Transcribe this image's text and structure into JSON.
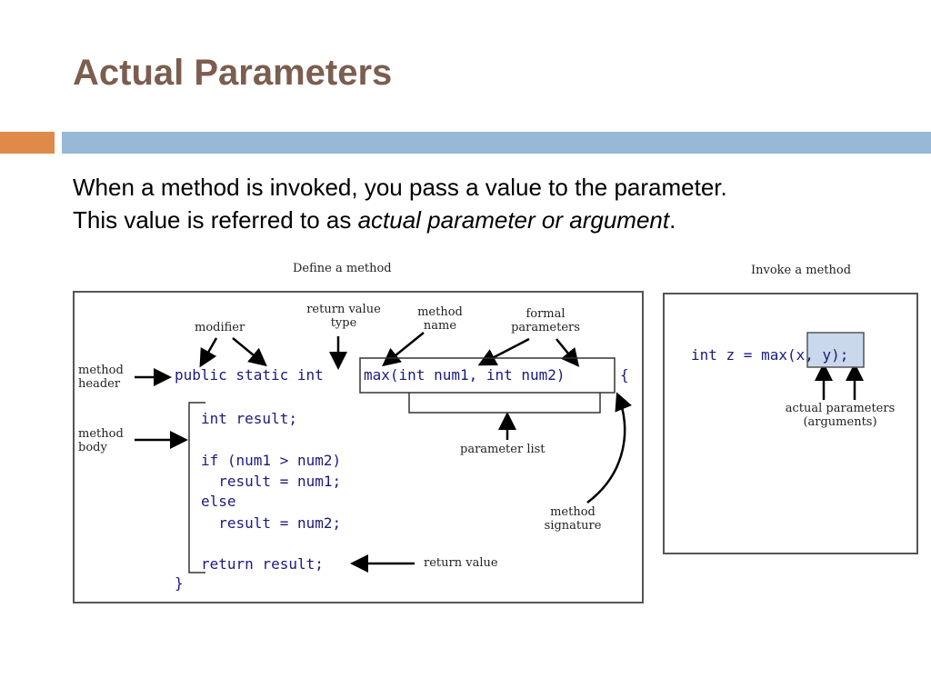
{
  "slide": {
    "title": "Actual Parameters",
    "body_line1": "When a method is invoked, you pass a value to the parameter.",
    "body_line2_prefix": "This value is referred to as ",
    "body_line2_emphasis": "actual parameter or argument",
    "body_line2_suffix": "."
  },
  "define": {
    "caption": "Define a method",
    "labels": {
      "modifier": "modifier",
      "return_type_1": "return value",
      "return_type_2": "type",
      "method_name_1": "method",
      "method_name_2": "name",
      "formal_1": "formal",
      "formal_2": "parameters",
      "method_header_1": "method",
      "method_header_2": "header",
      "method_body_1": "method",
      "method_body_2": "body",
      "parameter_list": "parameter list",
      "signature_1": "method",
      "signature_2": "signature",
      "return_value": "return value"
    },
    "code": {
      "header_modifiers": "public static int",
      "header_signature": "max(int num1, int num2)",
      "open_brace": "{",
      "line_decl": "int result;",
      "line_if": "if (num1 > num2)",
      "line_assign1": "  result = num1;",
      "line_else": "else",
      "line_assign2": "  result = num2;",
      "line_return": "return result;",
      "close_brace": "}"
    }
  },
  "invoke": {
    "caption": "Invoke a method",
    "code_prefix": "int z = max",
    "code_args": "(x, y)",
    "code_suffix": ";",
    "label_1": "actual parameters",
    "label_2": "(arguments)"
  },
  "colors": {
    "title": "#7b5e4f",
    "accent_orange": "#e08a4a",
    "accent_blue": "#97b8d6",
    "code": "#1a1a80",
    "args_highlight": "#c9d8ea"
  }
}
